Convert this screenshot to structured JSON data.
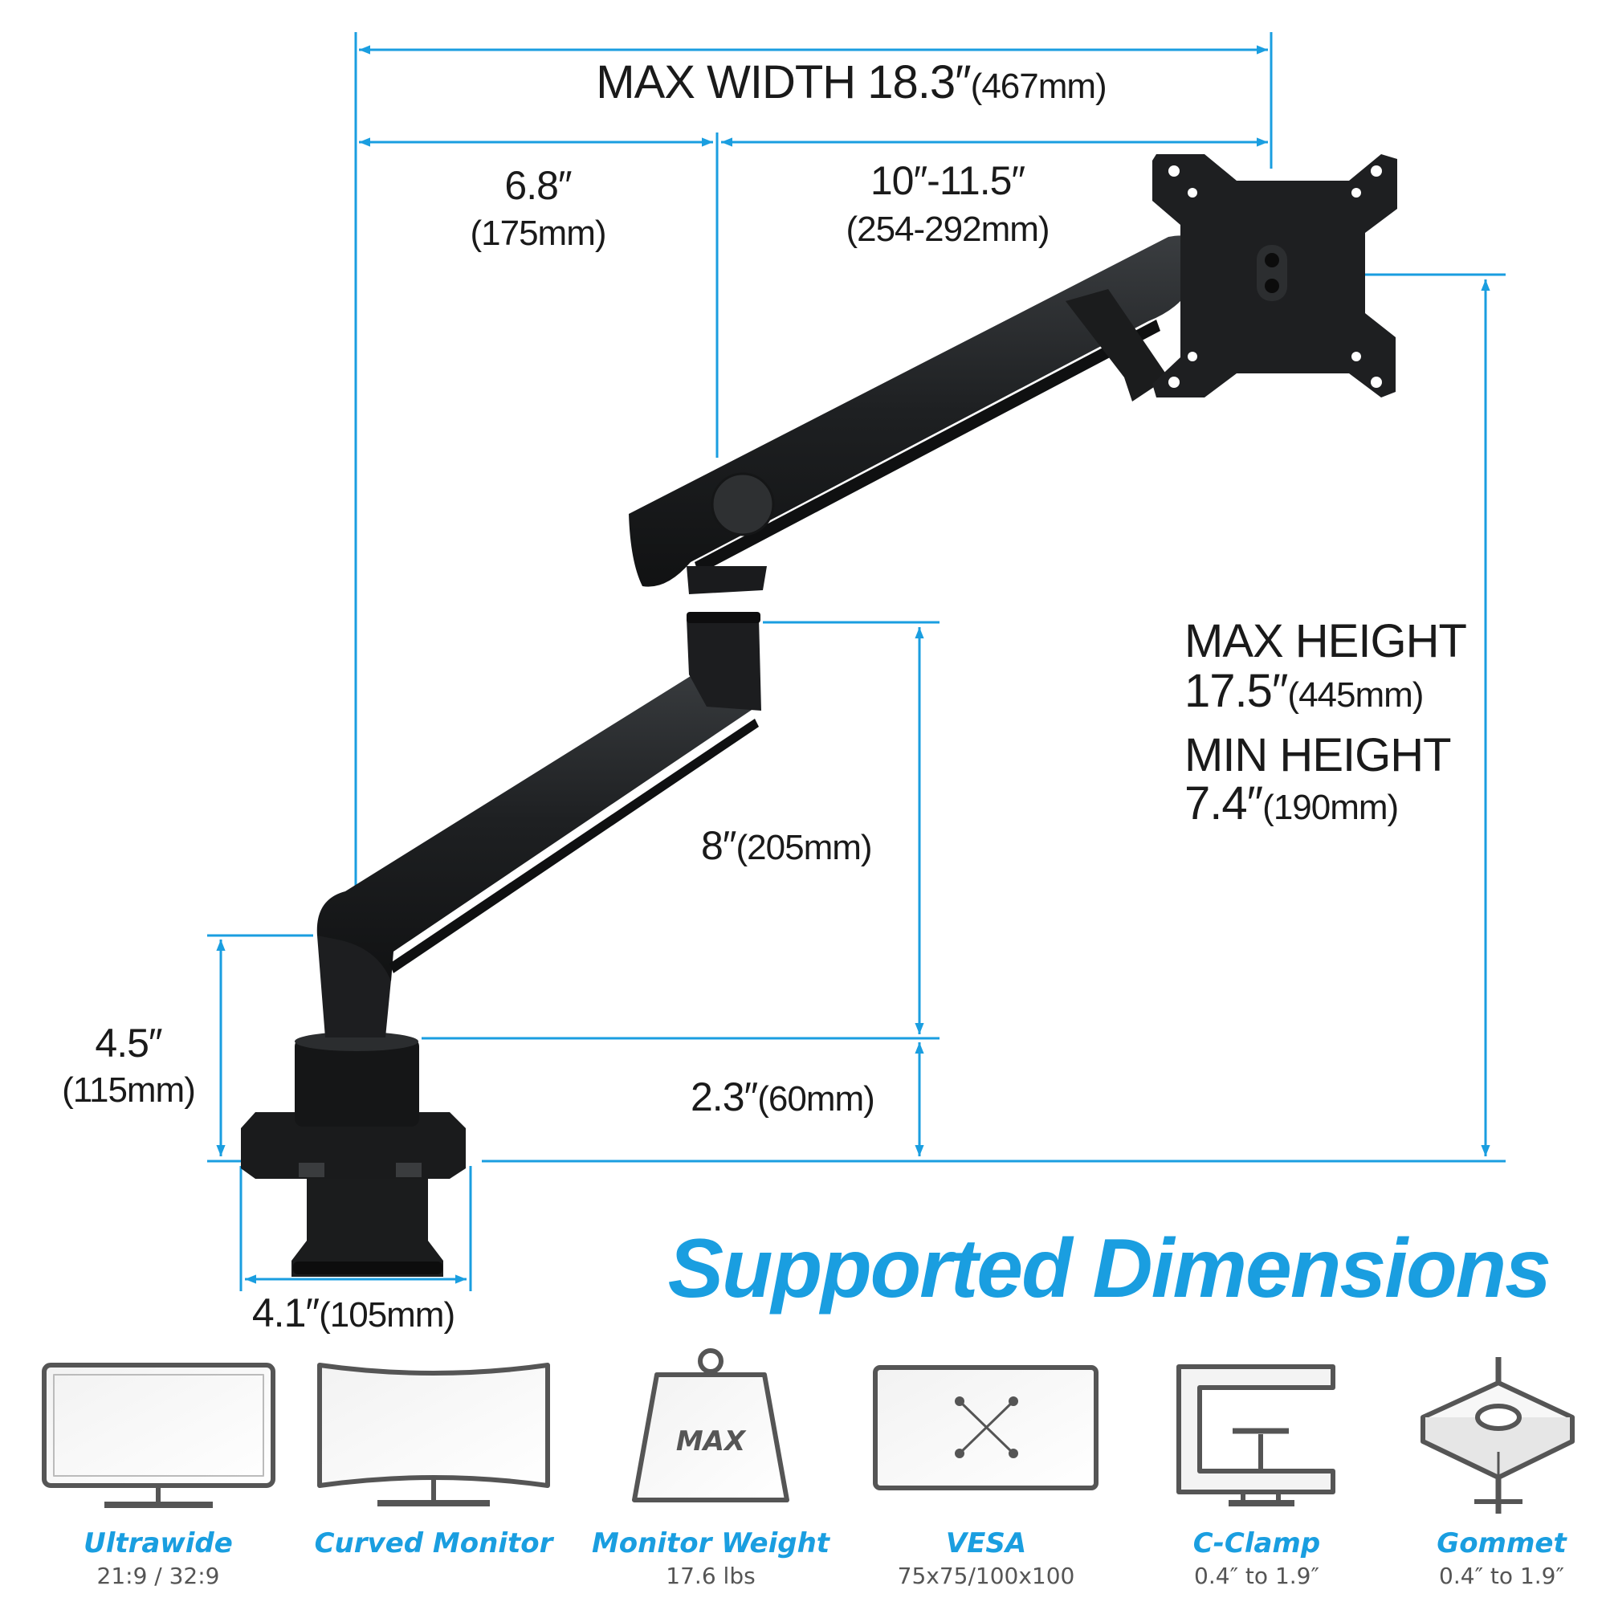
{
  "colors": {
    "accent": "#1a9ee0",
    "arm": "#222426",
    "text": "#1a1a1a",
    "icon": "#555555"
  },
  "dimensions": {
    "max_width": {
      "value": "MAX WIDTH 18.3″",
      "metric": "(467mm)"
    },
    "inner_arm": {
      "value": "6.8″",
      "metric": "(175mm)"
    },
    "outer_arm": {
      "value": "10″-11.5″",
      "metric": "(254-292mm)"
    },
    "max_height": {
      "label": "MAX HEIGHT",
      "value": "17.5″",
      "metric": "(445mm)"
    },
    "min_height": {
      "label": "MIN HEIGHT",
      "value": "7.4″",
      "metric": "(190mm)"
    },
    "lower_arm_height": {
      "value": "8″",
      "metric": "(205mm)"
    },
    "base_height": {
      "value": "2.3″",
      "metric": "(60mm)"
    },
    "pole_height": {
      "value": "4.5″",
      "metric": "(115mm)"
    },
    "clamp_width": {
      "value": "4.1″",
      "metric": "(105mm)"
    }
  },
  "title": "Supported Dimensions",
  "features": [
    {
      "icon": "ultrawide-monitor-icon",
      "label": "Ultrawide",
      "sub": "21:9 / 32:9"
    },
    {
      "icon": "curved-monitor-icon",
      "label": "Curved Monitor",
      "sub": ""
    },
    {
      "icon": "weight-icon",
      "label": "Monitor Weight",
      "sub": "17.6 lbs",
      "icon_text": "MAX"
    },
    {
      "icon": "vesa-icon",
      "label": "VESA",
      "sub": "75x75/100x100"
    },
    {
      "icon": "c-clamp-icon",
      "label": "C-Clamp",
      "sub": "0.4″ to 1.9″"
    },
    {
      "icon": "grommet-icon",
      "label": "Gommet",
      "sub": "0.4″ to 1.9″"
    }
  ]
}
